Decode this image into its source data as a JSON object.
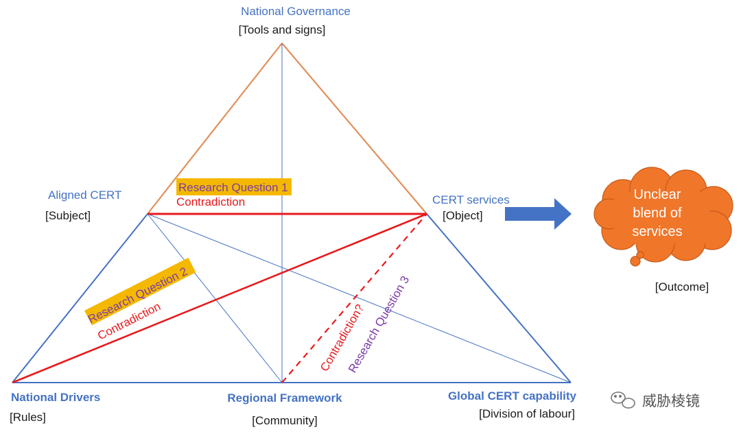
{
  "nodes": {
    "top": {
      "title": "National Governance",
      "role": "[Tools and signs]"
    },
    "left": {
      "title": "Aligned CERT",
      "role": "[Subject]"
    },
    "right": {
      "title": "CERT services",
      "role": "[Object]"
    },
    "bottom_left": {
      "title": "National Drivers",
      "role": "[Rules]"
    },
    "bottom_center": {
      "title": "Regional Framework",
      "role": "[Community]"
    },
    "bottom_right": {
      "title": "Global CERT capability",
      "role": "[Division of labour]"
    }
  },
  "research_questions": {
    "rq1": {
      "label": "Research Question 1",
      "note": "Contradiction"
    },
    "rq2": {
      "label": "Research Question 2",
      "note": "Contradiction"
    },
    "rq3": {
      "label": "Research Question 3",
      "note": "Contradiction?"
    }
  },
  "outcome": {
    "cloud_lines": [
      "Unclear",
      "blend of",
      "services"
    ],
    "role": "[Outcome]"
  },
  "watermark": {
    "text": "威胁棱镜"
  },
  "colors": {
    "top_triangle": "#e0905a",
    "bottom_triangle": "#4472c4",
    "contradiction": "#e8191b",
    "highlight": "#f5b800",
    "arrow": "#4472c4",
    "cloud": "#f0762a"
  }
}
